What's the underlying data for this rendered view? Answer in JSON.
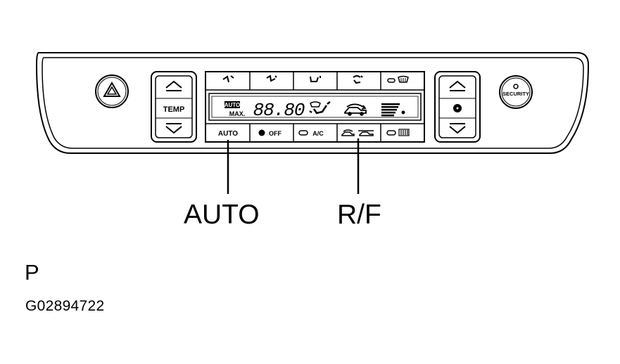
{
  "panel": {
    "temp_label": "TEMP",
    "security_label": "SECURITY",
    "display": {
      "auto_text": "AUTO",
      "max_text": "MAX.",
      "temp_readout": "88.80"
    },
    "top_row_icons": [
      "face-vent-icon",
      "bi-level-vent-icon",
      "foot-vent-icon",
      "foot-defrost-icon",
      "front-defroster-icon"
    ],
    "bottom_row": {
      "auto_label": "AUTO",
      "off_label": "OFF",
      "ac_label": "A/C"
    }
  },
  "callouts": {
    "auto": "AUTO",
    "rf": "R/F"
  },
  "page_marker": "P",
  "figure_code": "G02894722"
}
